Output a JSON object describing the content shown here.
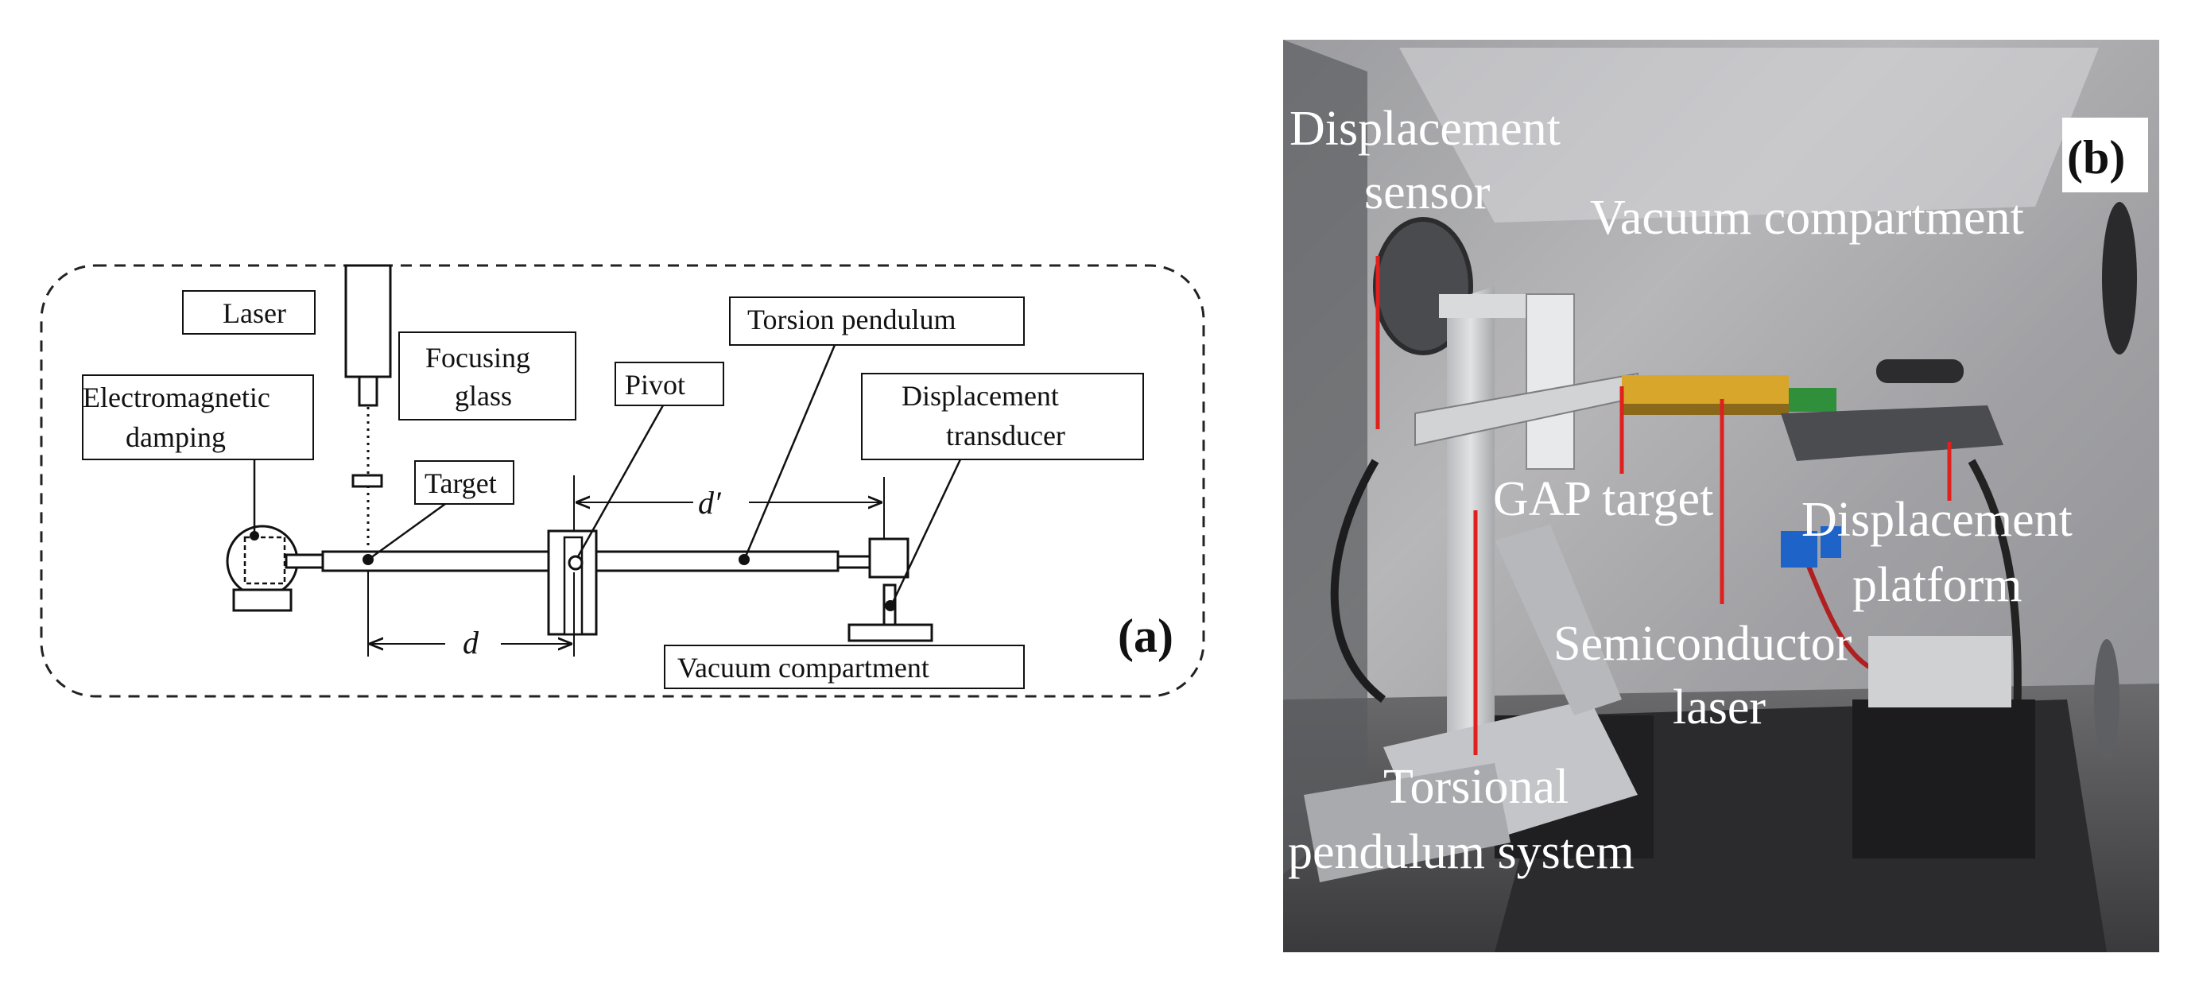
{
  "panel_a": {
    "tag": "(a)",
    "labels": {
      "laser": "Laser",
      "focusing_1": "Focusing",
      "focusing_2": "glass",
      "em_damping_1": "Electromagnetic",
      "em_damping_2": "damping",
      "target": "Target",
      "pivot": "Pivot",
      "torsion_pendulum": "Torsion pendulum",
      "disp_transducer_1": "Displacement",
      "disp_transducer_2": "transducer",
      "vacuum_compartment": "Vacuum compartment",
      "d": "d",
      "d_prime": "d′"
    },
    "line_color": "#111111"
  },
  "panel_b": {
    "tag": "(b)",
    "labels": {
      "disp_sensor_1": "Displacement",
      "disp_sensor_2": "sensor",
      "vacuum_compartment": "Vacuum compartment",
      "gap_target": "GAP target",
      "disp_platform_1": "Displacement",
      "disp_platform_2": "platform",
      "semi_laser_1": "Semiconductor",
      "semi_laser_2": "laser",
      "torsional_1": "Torsional",
      "torsional_2": "pendulum system"
    },
    "marker_color": "#e0201c",
    "text_color": "#ffffff"
  }
}
